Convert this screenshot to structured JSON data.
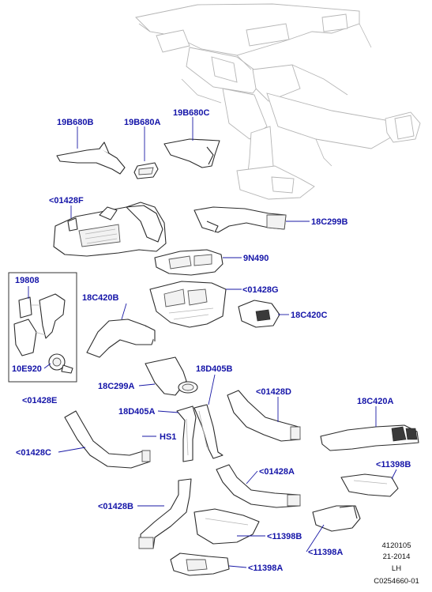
{
  "labels": {
    "p19B680B": "19B680B",
    "p19B680A": "19B680A",
    "p19B680C": "19B680C",
    "p01428F": "<01428F",
    "p18C299B": "18C299B",
    "p9N490": "9N490",
    "p01428G": "<01428G",
    "p19808": "19808",
    "p18C420B": "18C420B",
    "p18C420C": "18C420C",
    "p10E920": "10E920",
    "p01428E": "<01428E",
    "p18C299A": "18C299A",
    "p18D405B": "18D405B",
    "p01428D": "<01428D",
    "p18C420A": "18C420A",
    "p18D405A": "18D405A",
    "pHS1": "HS1",
    "p01428C": "<01428C",
    "p11398B_right": "<11398B",
    "p01428A": "<01428A",
    "p01428B": "<01428B",
    "p11398B_center": "<11398B",
    "p11398A_right": "<11398A",
    "p11398A_bottom": "<11398A"
  },
  "footer": {
    "code": "4120105",
    "date": "21-2014",
    "side": "LH",
    "ref": "C0254660-01"
  },
  "colors": {
    "label": "#1414a8",
    "line": "#2b2b2b"
  }
}
